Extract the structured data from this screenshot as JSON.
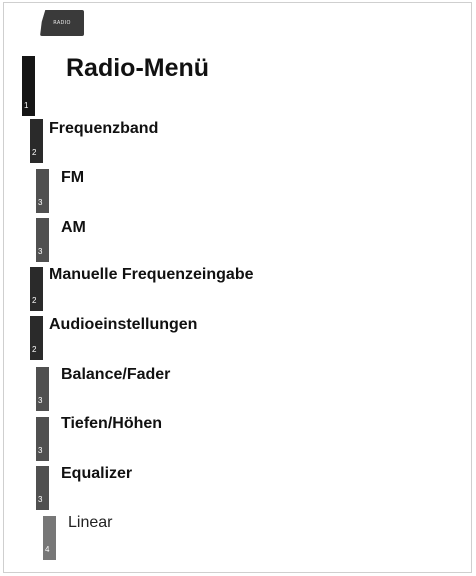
{
  "tab": {
    "label": "RADIO"
  },
  "menu": [
    {
      "level": "1",
      "label": "Radio-Menü"
    },
    {
      "level": "2",
      "label": "Frequenzband"
    },
    {
      "level": "3",
      "label": "FM"
    },
    {
      "level": "3",
      "label": "AM"
    },
    {
      "level": "2",
      "label": "Manuelle Frequenzeingabe"
    },
    {
      "level": "2",
      "label": "Audioeinstellungen"
    },
    {
      "level": "3",
      "label": "Balance/Fader"
    },
    {
      "level": "3",
      "label": "Tiefen/Höhen"
    },
    {
      "level": "3",
      "label": "Equalizer"
    },
    {
      "level": "4",
      "label": "Linear"
    }
  ],
  "colors": {
    "level1": "#151515",
    "level2": "#2a2a2a",
    "level3": "#505050",
    "level4": "#777777"
  }
}
